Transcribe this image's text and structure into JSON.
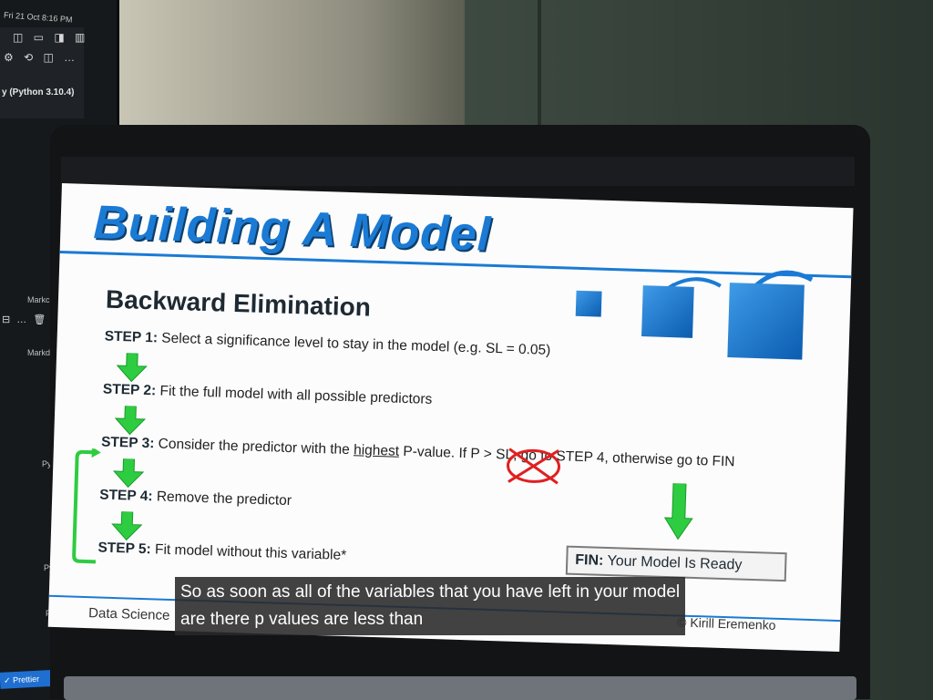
{
  "editor": {
    "date": "Fri 21 Oct 8:16 PM",
    "layout_icons": "◫ ▭ ◨ ▥",
    "tool_icons": "⚙ ⟲ ◫ …",
    "python_label": "y (Python 3.10.4)",
    "side_labels": [
      "Markc",
      "Markd",
      "Pyt",
      "Pyt",
      "Pyt"
    ],
    "row_icons": "⊟ … 🗑",
    "status": "✓ Prettier"
  },
  "slide": {
    "title": "Building A Model",
    "subtitle": "Backward Elimination",
    "steps": [
      {
        "label": "STEP 1:",
        "text": "Select a significance level to stay in the model (e.g. SL = 0.05)"
      },
      {
        "label": "STEP 2:",
        "text": "Fit the full model with all possible predictors"
      },
      {
        "label": "STEP 3:",
        "text_before": "Consider the predictor with the",
        "underlined": "highest",
        "text_after": "P-value. If P > SL, go to STEP 4, otherwise go to FIN"
      },
      {
        "label": "STEP 4:",
        "text": "Remove the predictor"
      },
      {
        "label": "STEP 5:",
        "text": "Fit model without this variable*"
      }
    ],
    "fin_label": "FIN:",
    "fin_text": "Your Model Is Ready",
    "footer_left": "Data Science",
    "footer_right": "© Kirill Eremenko",
    "colors": {
      "accent": "#1b7bd4",
      "arrow": "#2ecc40",
      "cross": "#e02020"
    }
  },
  "caption": {
    "line1": "So as soon as all of the variables that you have left in your model",
    "line2": "are there p values are less than"
  }
}
